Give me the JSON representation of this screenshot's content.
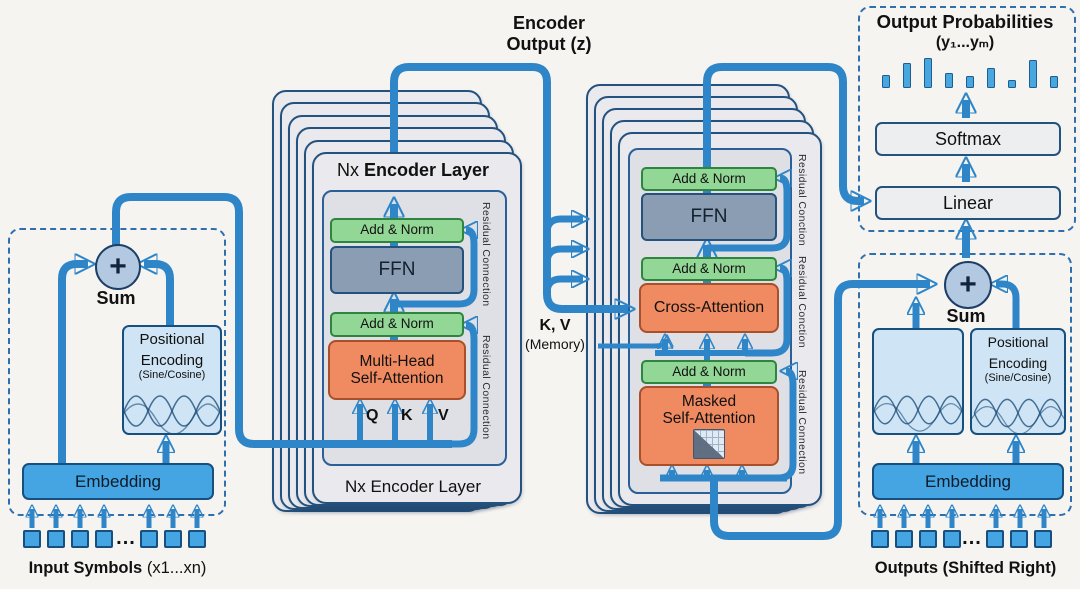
{
  "labels": {
    "encoder_output_line1": "Encoder",
    "encoder_output_line2": "Output (z)",
    "kv": "K, V",
    "memory": "(Memory)"
  },
  "encoder": {
    "title_prefix": "Nx ",
    "title_bold": "Encoder Layer",
    "bottom_label": "Nx Encoder Layer",
    "add_norm": "Add & Norm",
    "ffn": "FFN",
    "mhsa_line1": "Multi-Head",
    "mhsa_line2": "Self-Attention",
    "q": "Q",
    "k": "K",
    "v": "V",
    "residual_labels": [
      "Residual Connection",
      "Residual Connection"
    ]
  },
  "decoder": {
    "add_norm": "Add & Norm",
    "ffn": "FFN",
    "cross_attention": "Cross-Attention",
    "masked_line1": "Masked",
    "masked_line2": "Self-Attention",
    "residual_labels": [
      "Residual Conction",
      "Residual Conction",
      "Residual Connection"
    ]
  },
  "input_section": {
    "plus": "+",
    "sum": "Sum",
    "pos_line1": "Positional",
    "pos_line2": "Encoding",
    "pos_line3": "(Sine/Cosine)",
    "embedding": "Embedding",
    "caption_bold": "Input Symbols",
    "caption_rest": " (x1...xn)",
    "dots": "...",
    "squares_group1": 4,
    "squares_group2": 3
  },
  "output_section": {
    "plus": "+",
    "sum": "Sum",
    "pos_line1": "Positional",
    "pos_line2": "Encoding",
    "pos_line3": "(Sine/Cosine)",
    "embedding": "Embedding",
    "caption": "Outputs (Shifted Right)",
    "dots": "...",
    "squares_group1": 4,
    "squares_group2": 3
  },
  "probabilities": {
    "title": "Output Probabilities",
    "subtitle": "(y₁...yₘ)",
    "softmax": "Softmax",
    "linear": "Linear",
    "bar_heights": [
      13,
      25,
      30,
      15,
      12,
      20,
      8,
      28,
      12
    ]
  },
  "colors": {
    "bg": "#f6f4f1",
    "connector": "#2e86c8",
    "dash": "#2f6fae",
    "card": "#e9e9ee",
    "cardBorder": "#24527e",
    "inner": "#dfe0e6",
    "green": "#92d795",
    "greenBorder": "#2e8540",
    "orange": "#f08a60",
    "orangeBorder": "#a8502a",
    "slate": "#8a9db3",
    "blue": "#44a5e2",
    "blueBorder": "#17507f",
    "pe": "#cfe4f4",
    "sum": "#b3c9e2",
    "graybox": "#eceef0"
  }
}
